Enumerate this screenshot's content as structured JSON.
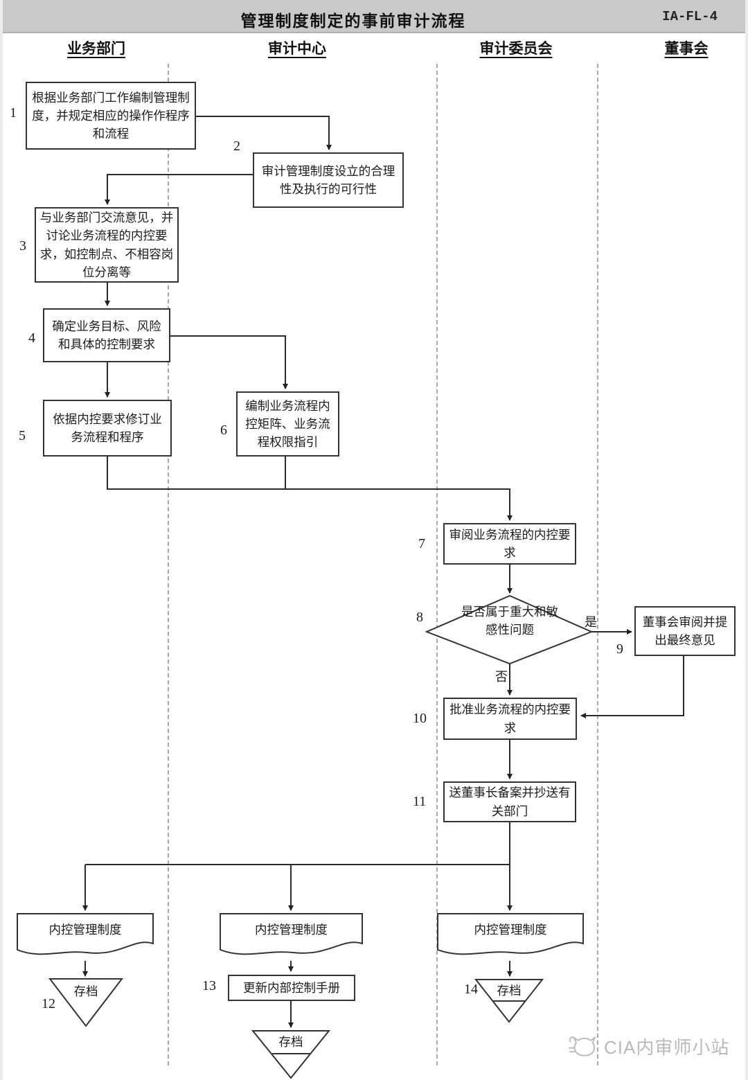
{
  "header": {
    "title": "管理制度制定的事前审计流程",
    "code": "IA-FL-4"
  },
  "lanes": [
    {
      "label": "业务部门"
    },
    {
      "label": "审计中心"
    },
    {
      "label": "审计委员会"
    },
    {
      "label": "董事会"
    }
  ],
  "nodes": {
    "n1": {
      "num": "1",
      "text": "根据业务部门工作编制管理制度，并规定相应的操作作程序和流程"
    },
    "n2": {
      "num": "2",
      "text": "审计管理制度设立的合理性及执行的可行性"
    },
    "n3": {
      "num": "3",
      "text": "与业务部门交流意见，并讨论业务流程的内控要求，如控制点、不相容岗位分离等"
    },
    "n4": {
      "num": "4",
      "text": "确定业务目标、风险和具体的控制要求"
    },
    "n5": {
      "num": "5",
      "text": "依据内控要求修订业务流程和程序"
    },
    "n6": {
      "num": "6",
      "text": "编制业务流程内控矩阵、业务流程权限指引"
    },
    "n7": {
      "num": "7",
      "text": "审阅业务流程的内控要求"
    },
    "n8": {
      "num": "8",
      "text": "是否属于重大和敏感性问题",
      "yes": "是",
      "no": "否"
    },
    "n9": {
      "num": "9",
      "text": "董事会审阅并提出最终意见"
    },
    "n10": {
      "num": "10",
      "text": "批准业务流程的内控要求"
    },
    "n11": {
      "num": "11",
      "text": "送董事长备案并抄送有关部门"
    },
    "doc1": {
      "text": "内控管理制度"
    },
    "doc2": {
      "text": "内控管理制度"
    },
    "doc3": {
      "text": "内控管理制度"
    },
    "n12": {
      "num": "12",
      "text": "存档"
    },
    "n13": {
      "num": "13",
      "text": "更新内部控制手册"
    },
    "t13": {
      "text": "存档"
    },
    "n14": {
      "num": "14",
      "text": "存档"
    }
  },
  "watermark": {
    "text": "CIA内审师小站"
  },
  "colors": {
    "line": "#333333",
    "band": "#c9c9c9",
    "watermark": "#b9b9b9"
  }
}
